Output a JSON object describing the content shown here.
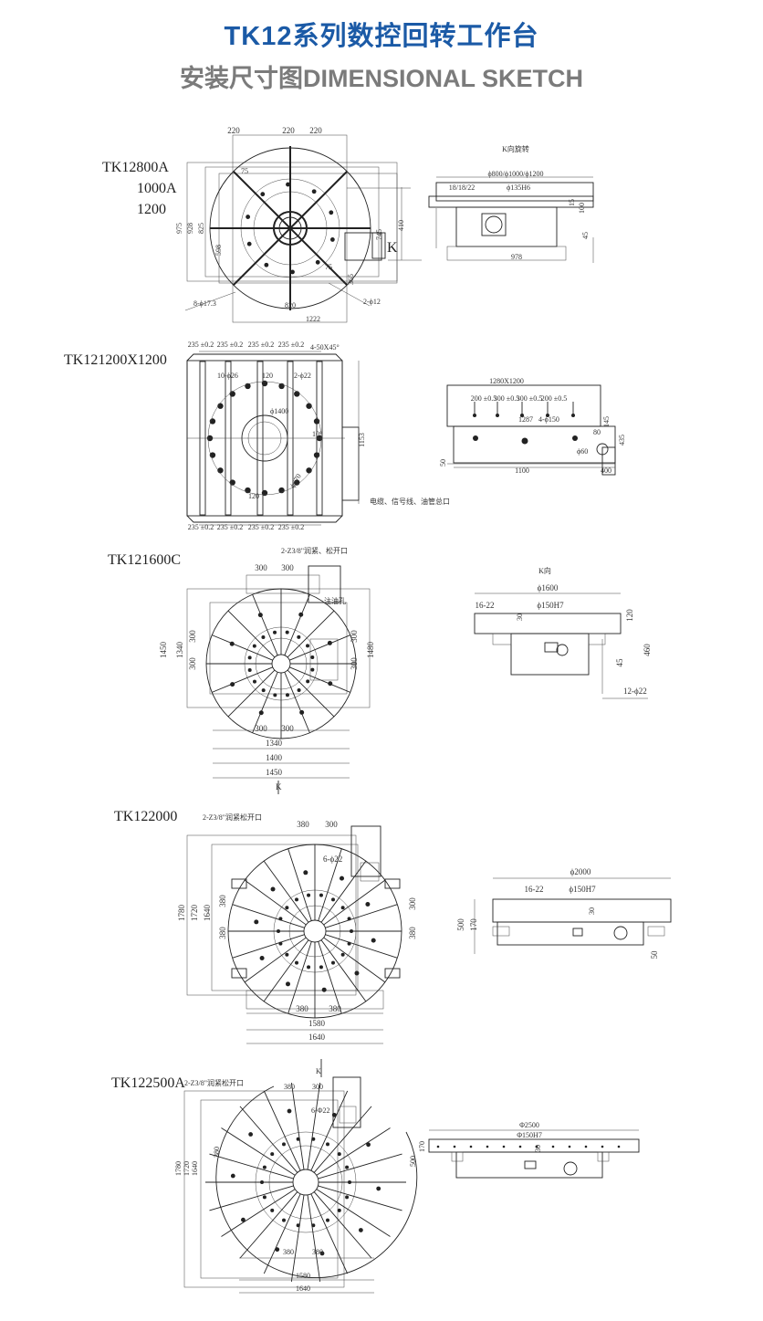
{
  "header": {
    "title": "TK12系列数控回转工作台",
    "subtitle": "安装尺寸图DIMENSIONAL SKETCH"
  },
  "sections": [
    {
      "models": [
        "TK12800A",
        "1000A",
        "1200"
      ],
      "plan": {
        "top_dims": [
          "220",
          "220",
          "220"
        ],
        "v_dims": [
          "975",
          "928",
          "825",
          "745",
          "410"
        ],
        "k": "K",
        "d75": "75",
        "d75b": "75",
        "d365": "365",
        "d820": "820",
        "d1222": "1222",
        "holes": "8-ϕ17.3",
        "pins": "2-ϕ12",
        "d598": "598"
      },
      "side": {
        "title": "K向旋转",
        "dia": "ϕ800/ϕ1000/ϕ1200",
        "slot": "18/18/22",
        "bore": "ϕ135H6",
        "d100": "100",
        "d45": "45",
        "d978": "978",
        "d15": "15"
      }
    },
    {
      "models": [
        "TK121200X1200"
      ],
      "plan": {
        "top_dims": [
          "235 ±0.2",
          "235 ±0.2",
          "235 ±0.2",
          "235 ±0.2"
        ],
        "bottom_dims": [
          "235 ±0.2",
          "235 ±0.2",
          "235 ±0.2",
          "235 ±0.2"
        ],
        "chamfer": "4-50X45°",
        "holes": "10-ϕ26",
        "d120": "120",
        "pins": "2-ϕ22",
        "d1400": "ϕ1400",
        "d670": "ϕ670",
        "angle": "10°",
        "d1153": "1153",
        "d120b": "120",
        "outlet": "电缆、信号线、油管总口"
      },
      "side": {
        "size": "1280X1200",
        "dims": [
          "200 ±0.5",
          "300 ±0.5",
          "300 ±0.5",
          "200 ±0.5"
        ],
        "d1287": "1287",
        "d4_150": "4-ϕ150",
        "d145": "145",
        "d435": "435",
        "d80": "80",
        "d60": "ϕ60",
        "d50": "50",
        "d1100": "1100",
        "d400": "400"
      }
    },
    {
      "models": [
        "TK121600C"
      ],
      "plan": {
        "clamp": "2-Z3/8\"润紧、松开口",
        "top_dims": [
          "300",
          "300"
        ],
        "oil": "注油孔",
        "d1450v": "1450",
        "d1340v": "1340",
        "left_dims": [
          "300",
          "300"
        ],
        "d1480v": "1480",
        "right_dims": [
          "300",
          "300"
        ],
        "bottom_dims": [
          "300",
          "300"
        ],
        "d1340": "1340",
        "d1400": "1400",
        "d1450": "1450",
        "k": "K"
      },
      "side": {
        "title": "K向",
        "dia": "ϕ1600",
        "slot": "16-22",
        "bore": "ϕ150H7",
        "d30": "30",
        "d120": "120",
        "d460": "460",
        "d45": "45",
        "holes": "12-ϕ22"
      }
    },
    {
      "models": [
        "TK122000"
      ],
      "plan": {
        "clamp": "2-Z3/8\"润紧松开口",
        "d380": "380",
        "d300": "300",
        "holes": "6-ϕ22",
        "v_dims": [
          "1780",
          "1720",
          "1640"
        ],
        "left_dims": [
          "380",
          "380"
        ],
        "right_dims": [
          "300",
          "380"
        ],
        "bottom_dims": [
          "380",
          "380"
        ],
        "d1580": "1580",
        "d1640": "1640"
      },
      "side": {
        "dia": "ϕ2000",
        "slot": "16-22",
        "bore": "ϕ150H7",
        "d500": "500",
        "d170": "170",
        "d30": "30",
        "d50": "50"
      }
    },
    {
      "models": [
        "TK122500A"
      ],
      "plan": {
        "clamp": "2-Z3/8\"润紧松开口",
        "d380": "380",
        "d300": "300",
        "k": "K",
        "holes": "6-Φ22",
        "v_dims": [
          "1780",
          "1720",
          "1640"
        ],
        "left_dim": "380",
        "bottom_dims": [
          "380",
          "380"
        ],
        "d1580": "1580",
        "d1640": "1640"
      },
      "side": {
        "dia": "Φ2500",
        "bore": "Φ150H7",
        "d170": "170",
        "d500": "500",
        "d30": "30"
      }
    }
  ]
}
